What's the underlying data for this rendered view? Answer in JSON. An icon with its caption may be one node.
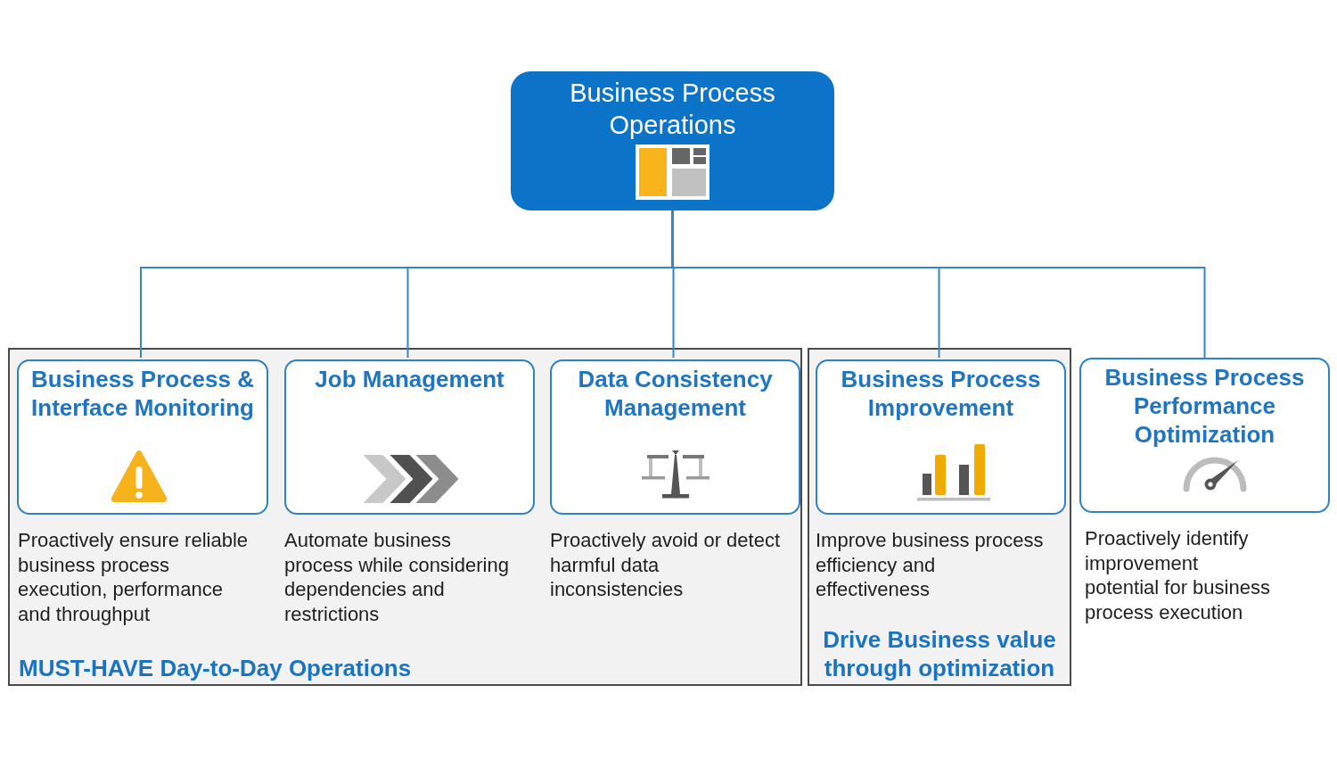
{
  "diagram": {
    "nodes": [
      {
        "text": [
          "Business Process Operations"
        ]
      },
      {
        "text": [
          "MUST-HAVE Day-to-Day Operations"
        ]
      },
      {
        "text": [
          "Business Process & Interface Monitoring"
        ],
        "in": 1,
        "beside": [
          "Proactively ensure reliable business process execution, performance and throughput"
        ]
      },
      {
        "text": [
          "Job Management"
        ],
        "in": 1,
        "beside": [
          "Automate business process while considering dependencies and restrictions"
        ]
      },
      {
        "text": [
          "Data Consistency Management"
        ],
        "in": 1,
        "beside": [
          "Proactively avoid or detect harmful data inconsistencies"
        ]
      },
      {
        "text": [
          "Drive Business value through optimization"
        ]
      },
      {
        "text": [
          "Business Process Improvement"
        ],
        "in": 5,
        "beside": [
          "Improve business process efficiency and effectiveness"
        ]
      },
      {
        "text": [
          "Business Process Performance Optimization"
        ],
        "beside": [
          "Proactively identify improvement potential for business process execution"
        ]
      }
    ],
    "edges": [
      {
        "from": 0,
        "to": 2,
        "arrow": "none"
      },
      {
        "from": 0,
        "to": 3,
        "arrow": "none"
      },
      {
        "from": 0,
        "to": 4,
        "arrow": "none"
      },
      {
        "from": 0,
        "to": 6,
        "arrow": "none"
      },
      {
        "from": 0,
        "to": 7,
        "arrow": "none"
      }
    ]
  }
}
